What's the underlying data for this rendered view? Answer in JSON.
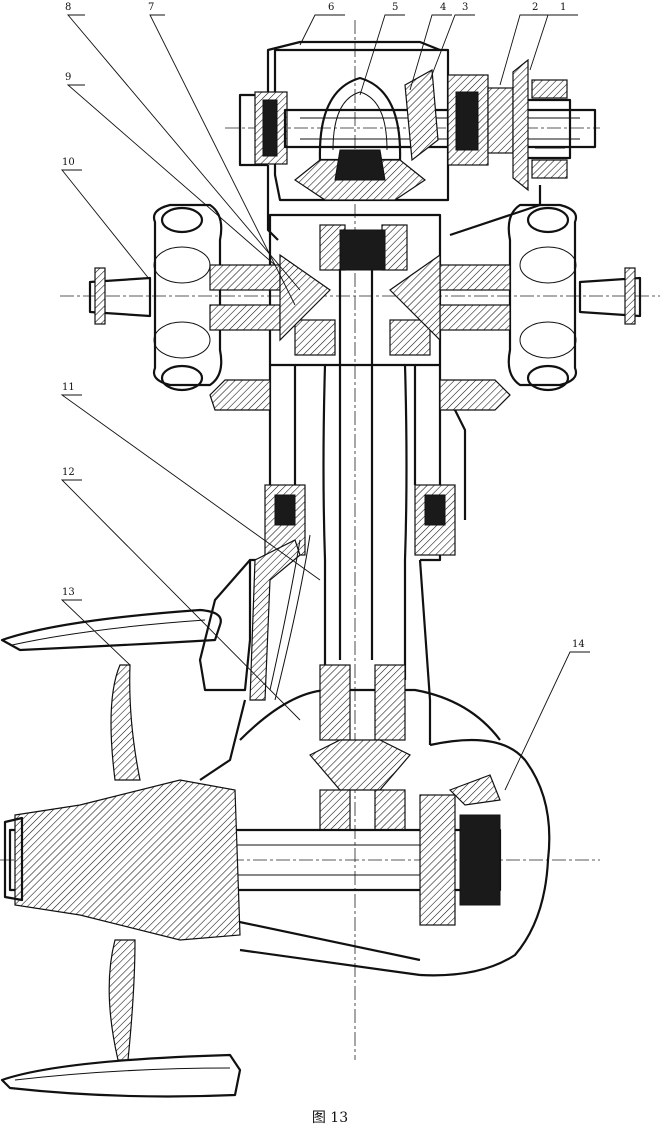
{
  "caption": "图 13",
  "part_labels": [
    "1",
    "2",
    "3",
    "4",
    "5",
    "6",
    "7",
    "8",
    "9",
    "10",
    "11",
    "12",
    "13",
    "14"
  ]
}
